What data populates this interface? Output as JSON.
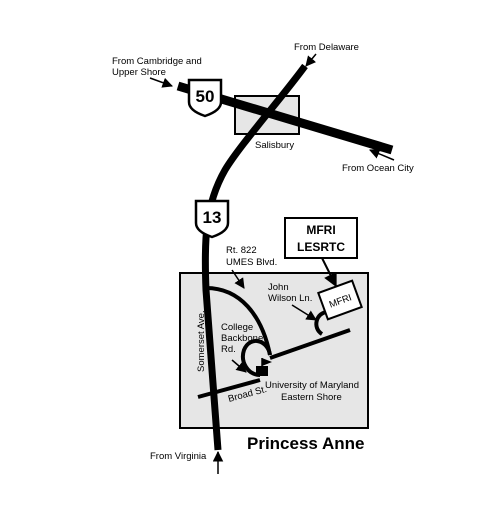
{
  "labels": {
    "from_cambridge_1": "From Cambridge and",
    "from_cambridge_2": "Upper Shore",
    "from_delaware": "From Delaware",
    "from_ocean_city": "From Ocean City",
    "from_virginia": "From Virginia",
    "salisbury": "Salisbury",
    "rt822_1": "Rt. 822",
    "rt822_2": "UMES Blvd.",
    "john_wilson_1": "John",
    "john_wilson_2": "Wilson Ln.",
    "college_backbone_1": "College",
    "college_backbone_2": "Backbone",
    "college_backbone_3": "Rd.",
    "somerset_ave": "Somerset Ave.",
    "broad_st": "Broad St.",
    "umes_1": "University of Maryland",
    "umes_2": "Eastern Shore",
    "town": "Princess Anne"
  },
  "shields": {
    "us50": "50",
    "us13": "13"
  },
  "mfri_box": {
    "line1": "MFRI",
    "line2": "LESRTC"
  },
  "mfri_building": "MFRI",
  "colors": {
    "town_fill": "#e6e6e6",
    "roads": "#000000",
    "background": "#ffffff"
  }
}
